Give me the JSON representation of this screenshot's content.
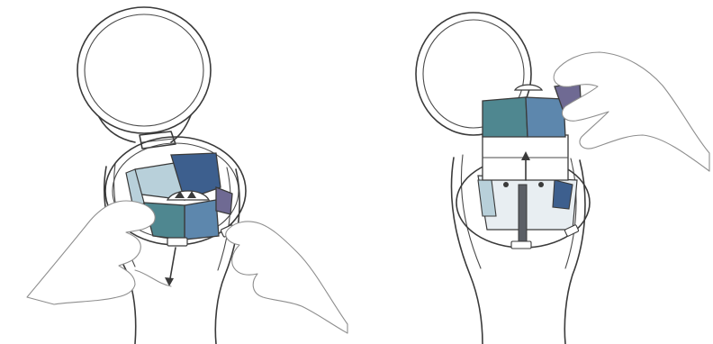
{
  "illustration": {
    "panels": [
      {
        "id": "left",
        "icon": "lid-latch-release-icon",
        "arrows": "outward-downward"
      },
      {
        "id": "right",
        "icon": "cartridge-lift-out-icon",
        "arrows": "upward"
      }
    ],
    "colors": {
      "outline": "#3a3a3a",
      "hand_outline": "#8e8e8e",
      "segment_navy": "#3d5f8e",
      "segment_blue": "#5d87ad",
      "segment_teal": "#4f8790",
      "segment_pale": "#b8d0da",
      "segment_purple": "#6f6a93",
      "grey_part": "#cfd3d6",
      "shaft": "#5b5f66"
    }
  }
}
